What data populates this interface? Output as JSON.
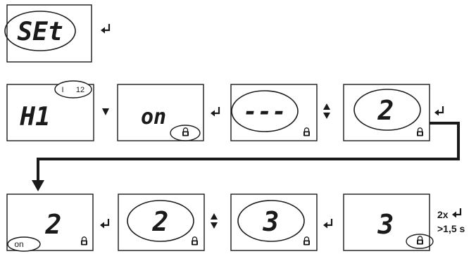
{
  "displays": {
    "set": {
      "value": "SEt"
    },
    "h1": {
      "value": "H1",
      "indicator_left": "I",
      "indicator_right": "12"
    },
    "on": {
      "value": "on"
    },
    "dashes": {
      "value": "---"
    },
    "two_a": {
      "value": "2"
    },
    "two_b": {
      "value": "2",
      "status": "on"
    },
    "two_c": {
      "value": "2"
    },
    "three_a": {
      "value": "3"
    },
    "three_b": {
      "value": "3"
    }
  },
  "instruction": {
    "repeat": "2x",
    "duration": ">1,5 s"
  },
  "icons": {
    "enter": "enter-arrow-icon",
    "down": "down-triangle-icon",
    "updown": "up-down-triangle-icon",
    "lock": "lock-icon"
  },
  "colors": {
    "stroke": "#1a1a1a",
    "background": "#ffffff"
  }
}
